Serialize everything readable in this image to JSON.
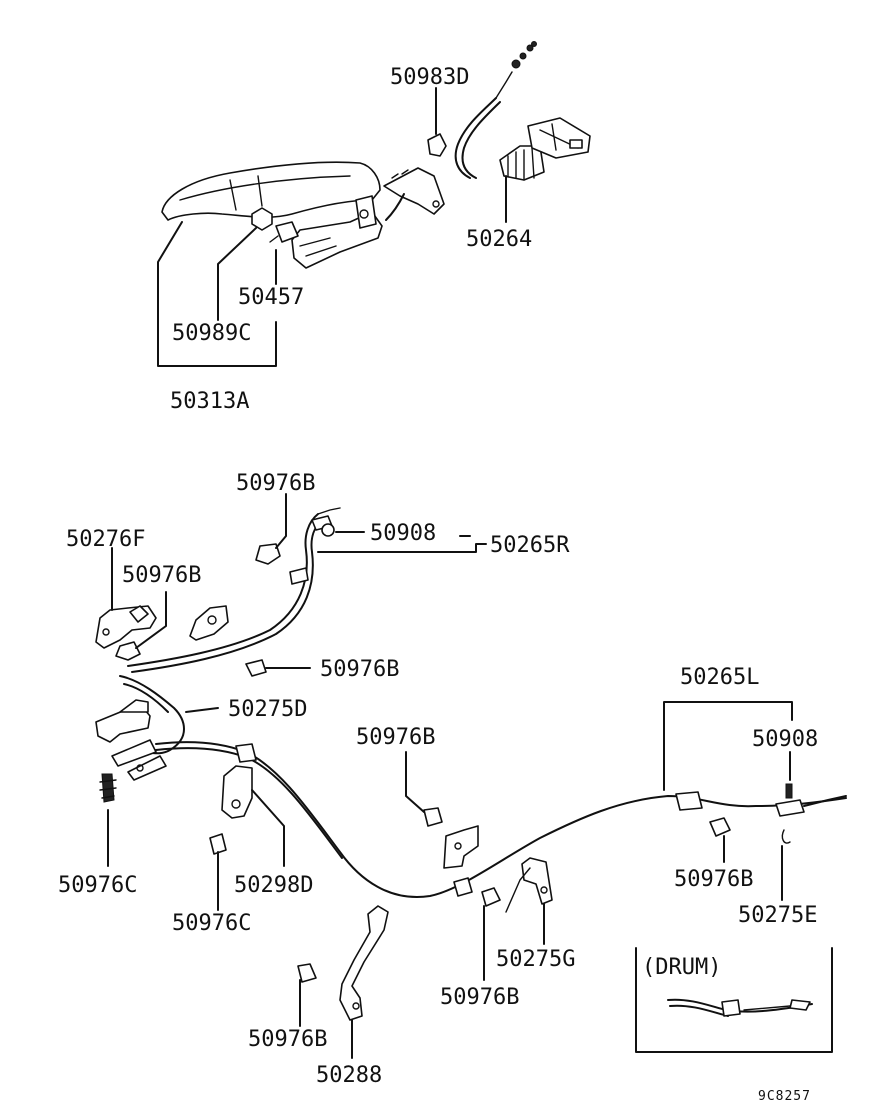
{
  "callouts": {
    "p50983D": "50983D",
    "p50264": "50264",
    "p50457": "50457",
    "p50989C": "50989C",
    "p50313A": "50313A",
    "p50976B_top": "50976B",
    "p50276F": "50276F",
    "p50908_r": "50908",
    "p50265R": "50265R",
    "p50976B_left": "50976B",
    "p50976B_mid": "50976B",
    "p50275D": "50275D",
    "p50976B_center": "50976B",
    "p50265L": "50265L",
    "p50908_l": "50908",
    "p50976C_a": "50976C",
    "p50298D": "50298D",
    "p50976C_b": "50976C",
    "p50976B_right": "50976B",
    "p50275E": "50275E",
    "p50275G": "50275G",
    "p50976B_bottom": "50976B",
    "p50976B_low": "50976B",
    "p50288": "50288"
  },
  "inset": {
    "label": "(DRUM)"
  },
  "figure_code": "9C8257"
}
